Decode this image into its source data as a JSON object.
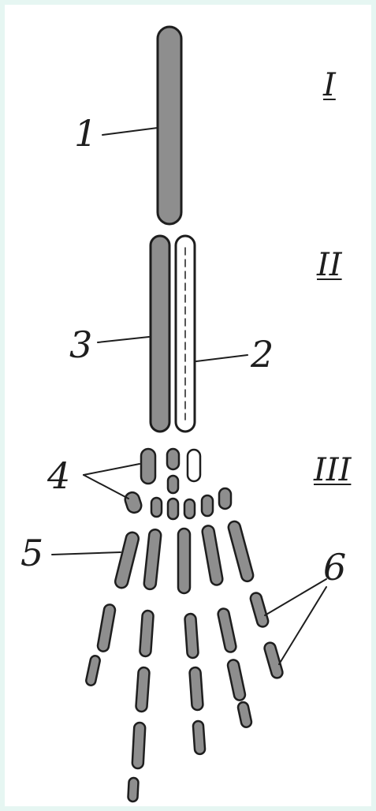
{
  "figure": {
    "stage_labels": [
      "I",
      "II",
      "III"
    ],
    "part_labels": [
      "1",
      "2",
      "3",
      "4",
      "5",
      "6"
    ],
    "colors": {
      "background": "#e6f6f2",
      "panel": "#ffffff",
      "ink": "#1e1e1e",
      "filled_rod": "#8e8e8e",
      "hollow_rod": "#ffffff"
    }
  }
}
